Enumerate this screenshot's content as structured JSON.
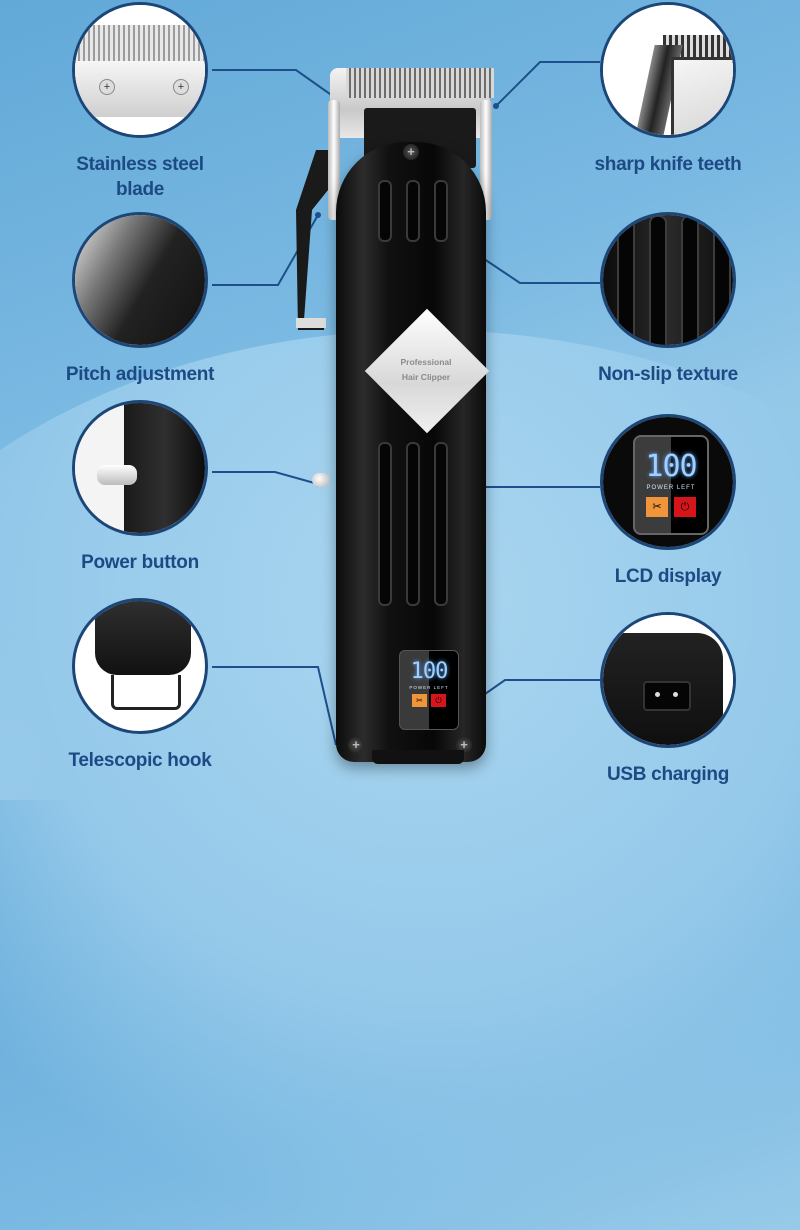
{
  "product": {
    "badge_line1": "Professional",
    "badge_line2": "Hair Clipper",
    "lcd": {
      "value": "100",
      "caption": "POWER LEFT",
      "icon_left": "clipper-icon",
      "icon_right": "plug-icon"
    }
  },
  "colors": {
    "label": "#1d4a84",
    "leader_line": "#1e4f8c",
    "circle_border": "#1d4678",
    "background": "#7ab9e2",
    "lcd_digits": "#9fd0ff",
    "lcd_icon_orange": "#f0953a",
    "lcd_icon_red": "#d8141b"
  },
  "callouts": {
    "left": [
      {
        "label": "Stainless steel blade",
        "icon": "blade-detail"
      },
      {
        "label": "Pitch adjustment",
        "icon": "lever-detail"
      },
      {
        "label": "Power button",
        "icon": "power-button-detail"
      },
      {
        "label": "Telescopic hook",
        "icon": "hook-detail"
      }
    ],
    "right": [
      {
        "label": "sharp knife teeth",
        "icon": "teeth-detail"
      },
      {
        "label": "Non-slip texture",
        "icon": "texture-detail"
      },
      {
        "label": "LCD display",
        "icon": "lcd-detail"
      },
      {
        "label": "USB charging",
        "icon": "charging-port-detail"
      }
    ]
  },
  "lcd_detail": {
    "value": "100",
    "caption": "POWER LEFT"
  }
}
